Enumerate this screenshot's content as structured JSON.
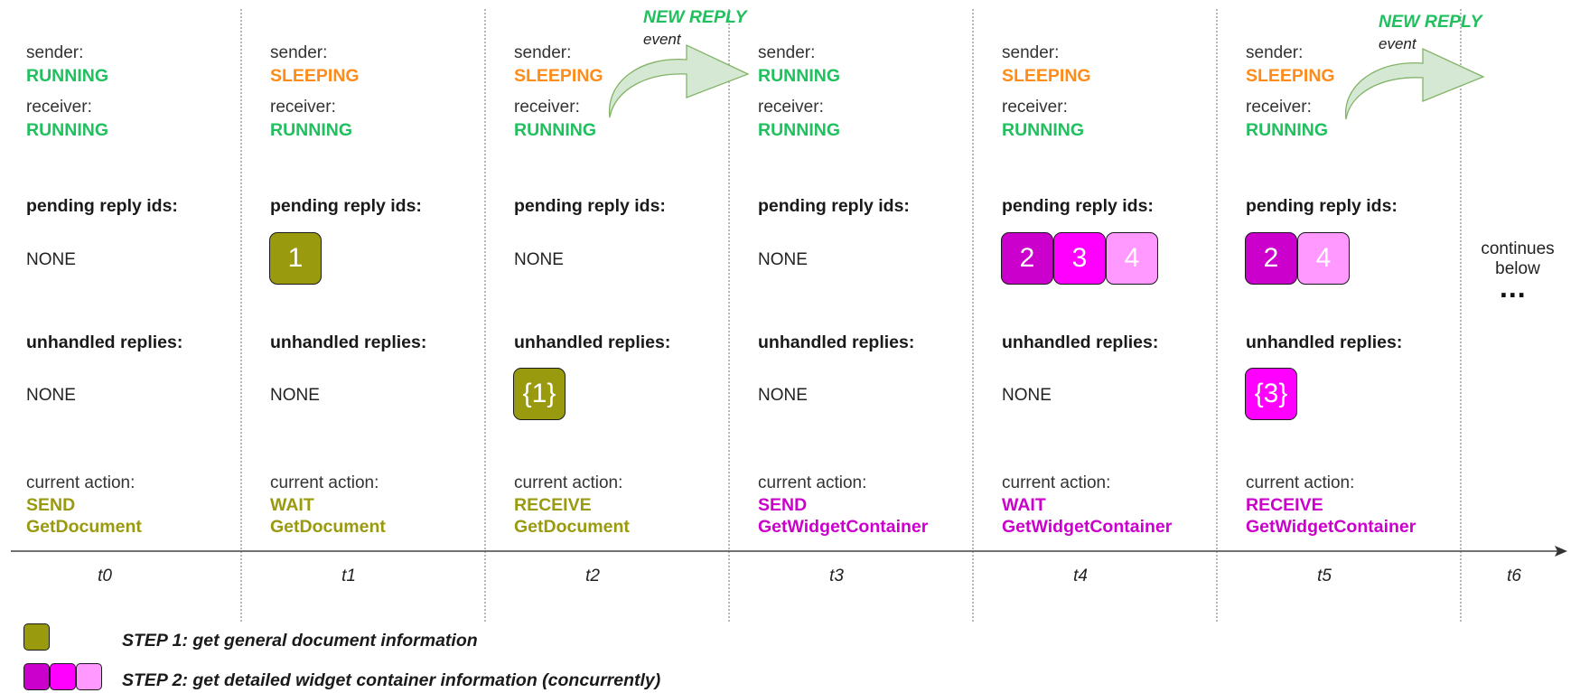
{
  "labels": {
    "sender": "sender:",
    "receiver": "receiver:",
    "pending": "pending reply ids:",
    "unhandled": "unhandled replies:",
    "current_action": "current action:"
  },
  "colors": {
    "running": "#21c05f",
    "sleeping": "#ff8c1a",
    "step1": "#9a9a0f",
    "step2": "#cc00cc",
    "magenta": "#ff00ff",
    "pink": "#ff99ff",
    "arrow_fill": "#d5e8d4",
    "arrow_stroke": "#82b366"
  },
  "events": [
    {
      "title": "NEW REPLY",
      "subtitle": "event"
    },
    {
      "title": "NEW REPLY",
      "subtitle": "event"
    }
  ],
  "columns": [
    {
      "time": "t0",
      "sender": "RUNNING",
      "sender_state": "running",
      "receiver": "RUNNING",
      "pending_none": "NONE",
      "pending": [],
      "unhandled_none": "NONE",
      "unhandled": [],
      "action": "SEND",
      "target": "GetDocument",
      "action_step": "step1"
    },
    {
      "time": "t1",
      "sender": "SLEEPING",
      "sender_state": "sleeping",
      "receiver": "RUNNING",
      "pending_none": "",
      "pending": [
        {
          "text": "1",
          "color": "step1"
        }
      ],
      "unhandled_none": "NONE",
      "unhandled": [],
      "action": "WAIT",
      "target": "GetDocument",
      "action_step": "step1"
    },
    {
      "time": "t2",
      "sender": "SLEEPING",
      "sender_state": "sleeping",
      "receiver": "RUNNING",
      "pending_none": "NONE",
      "pending": [],
      "unhandled_none": "",
      "unhandled": [
        {
          "text": "{1}",
          "color": "step1"
        }
      ],
      "action": "RECEIVE",
      "target": "GetDocument",
      "action_step": "step1"
    },
    {
      "time": "t3",
      "sender": "RUNNING",
      "sender_state": "running",
      "receiver": "RUNNING",
      "pending_none": "NONE",
      "pending": [],
      "unhandled_none": "NONE",
      "unhandled": [],
      "action": "SEND",
      "target": "GetWidgetContainer",
      "action_step": "step2"
    },
    {
      "time": "t4",
      "sender": "SLEEPING",
      "sender_state": "sleeping",
      "receiver": "RUNNING",
      "pending_none": "",
      "pending": [
        {
          "text": "2",
          "color": "step2"
        },
        {
          "text": "3",
          "color": "magenta"
        },
        {
          "text": "4",
          "color": "pink"
        }
      ],
      "unhandled_none": "NONE",
      "unhandled": [],
      "action": "WAIT",
      "target": "GetWidgetContainer",
      "action_step": "step2"
    },
    {
      "time": "t5",
      "sender": "SLEEPING",
      "sender_state": "sleeping",
      "receiver": "RUNNING",
      "pending_none": "",
      "pending": [
        {
          "text": "2",
          "color": "step2"
        },
        {
          "text": "4",
          "color": "pink"
        }
      ],
      "unhandled_none": "",
      "unhandled": [
        {
          "text": "{3}",
          "color": "magenta"
        }
      ],
      "action": "RECEIVE",
      "target": "GetWidgetContainer",
      "action_step": "step2"
    }
  ],
  "last_tick": "t6",
  "continues": "continues below",
  "ellipsis": "...",
  "legend": {
    "step1": "STEP 1: get general document information",
    "step2": "STEP 2: get detailed widget container information (concurrently)"
  }
}
